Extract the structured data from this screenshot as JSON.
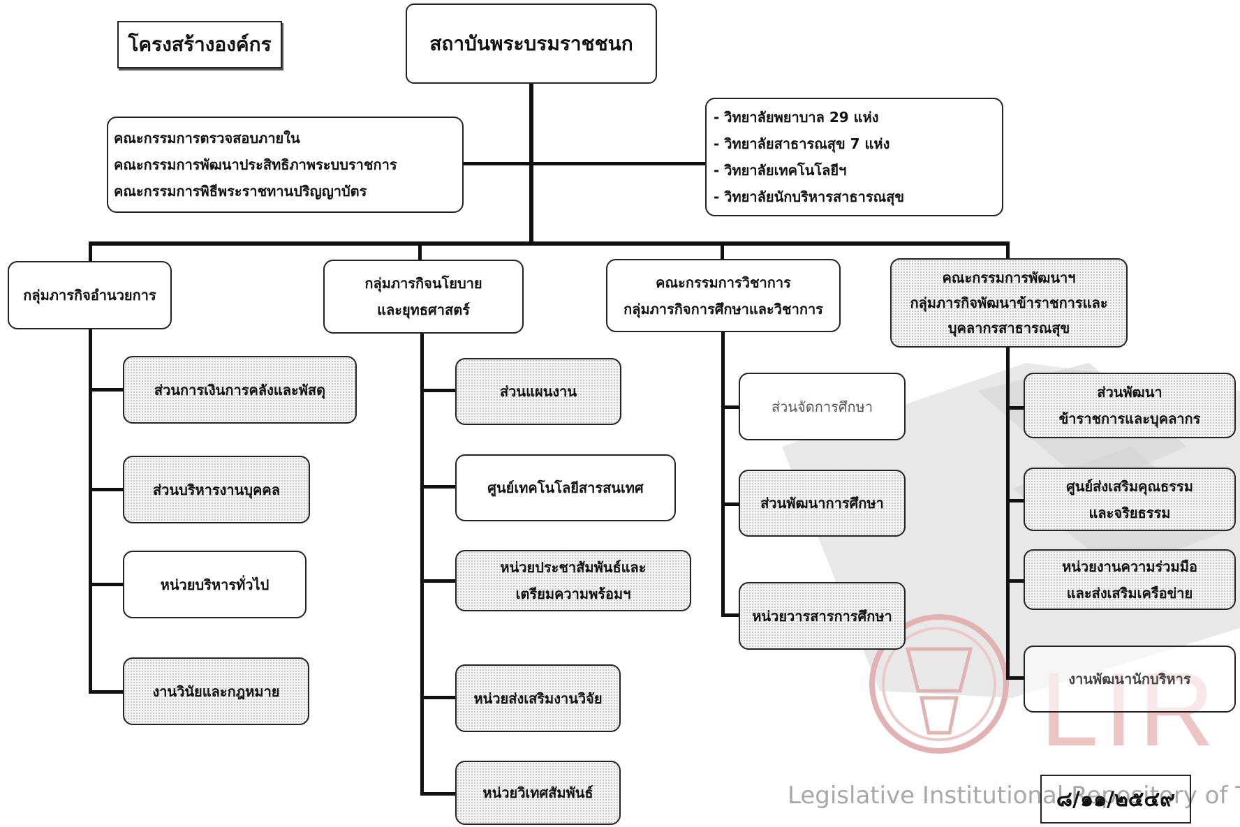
{
  "title": "โครงสร้างองค์กร",
  "root": "สถาบันพระบรมราชชนก",
  "committees": [
    "คณะกรรมการตรวจสอบภายใน",
    "คณะกรรมการพัฒนาประสิทธิภาพระบบราชการ",
    "คณะกรรมการพิธีพระราชทานปริญญาบัตร"
  ],
  "colleges": [
    "- วิทยาลัยพยาบาล 29 แห่ง",
    "- วิทยาลัยสาธารณสุข 7 แห่ง",
    "- วิทยาลัยเทคโนโลยีฯ",
    "- วิทยาลัยนักบริหารสาธารณสุข"
  ],
  "groups": [
    {
      "lines": [
        "กลุ่มภารกิจอำนวยการ"
      ],
      "units": [
        [
          "ส่วนการเงินการคลังและพัสดุ"
        ],
        [
          "ส่วนบริหารงานบุคคล"
        ],
        [
          "หน่วยบริหารทั่วไป"
        ],
        [
          "งานวินัยและกฎหมาย"
        ]
      ]
    },
    {
      "lines": [
        "กลุ่มภารกิจนโยบาย",
        "และยุทธศาสตร์"
      ],
      "units": [
        [
          "ส่วนแผนงาน"
        ],
        [
          "ศูนย์เทคโนโลยีสารสนเทศ"
        ],
        [
          "หน่วยประชาสัมพันธ์และ",
          "เตรียมความพร้อมฯ"
        ],
        [
          "หน่วยส่งเสริมงานวิจัย"
        ],
        [
          "หน่วยวิเทศสัมพันธ์"
        ]
      ]
    },
    {
      "lines": [
        "คณะกรรมการวิชาการ",
        "กลุ่มภารกิจการศึกษาและวิชาการ"
      ],
      "units": [
        [
          "ส่วนจัดการศึกษา"
        ],
        [
          "ส่วนพัฒนาการศึกษา"
        ],
        [
          "หน่วยวารสารการศึกษา"
        ]
      ]
    },
    {
      "lines": [
        "คณะกรรมการพัฒนาฯ",
        "กลุ่มภารกิจพัฒนาข้าราชการและ",
        "บุคลากรสาธารณสุข"
      ],
      "units": [
        [
          "ส่วนพัฒนา",
          "ข้าราชการและบุคลากร"
        ],
        [
          "ศูนย์ส่งเสริมคุณธรรม",
          "และจริยธรรม"
        ],
        [
          "หน่วยงานความร่วมมือ",
          "และส่งเสริมเครือข่าย"
        ],
        [
          "งานพัฒนานักบริหาร"
        ]
      ]
    }
  ],
  "document_number": "๘/๑๑/๒๕๔๙",
  "watermark": {
    "caption": "Legislative Institutional Repository of T",
    "letters": "LIR"
  }
}
